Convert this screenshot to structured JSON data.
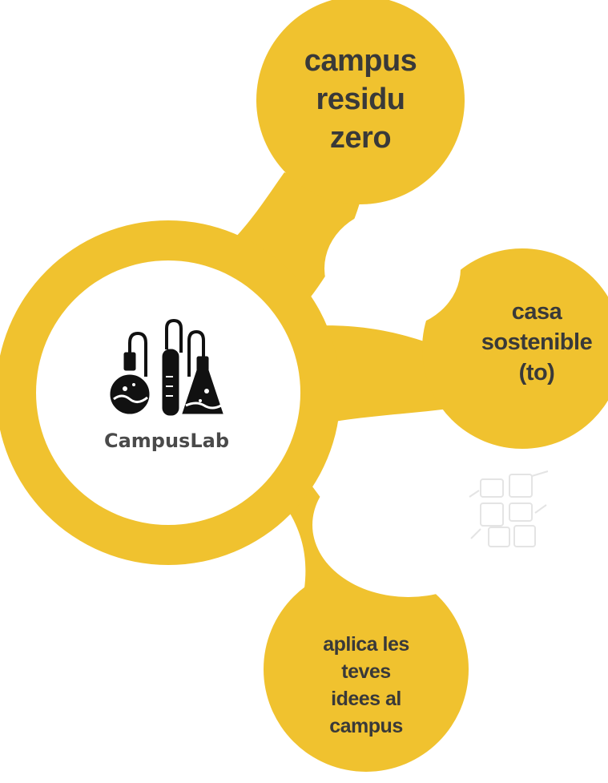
{
  "colors": {
    "background": "#ffffff",
    "bubble": "#f0c22f",
    "center": "#ffffff",
    "text": "#393939",
    "icon": "#111111"
  },
  "center": {
    "icon": "lab-flasks-icon",
    "label": "CampusLab"
  },
  "nodes": [
    {
      "id": "top",
      "label": "campus\nresidu\nzero"
    },
    {
      "id": "right",
      "label": "casa\nsostenible\n(to)"
    },
    {
      "id": "bottom",
      "label": "aplica les\nteves\nidees al\ncampus"
    }
  ],
  "decoration": {
    "icon": "puzzle-hands-icon"
  }
}
